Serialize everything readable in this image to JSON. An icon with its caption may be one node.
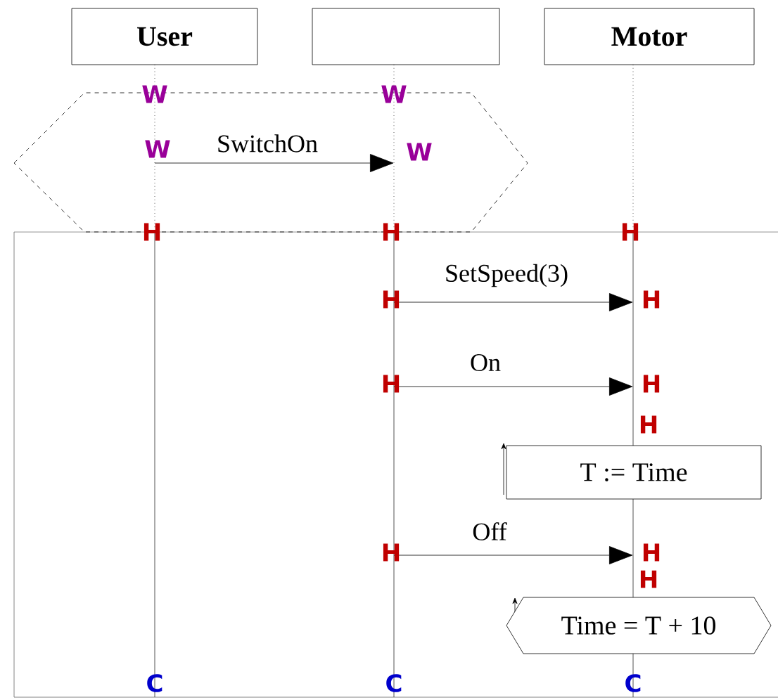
{
  "diagram": {
    "nodes": [
      {
        "text": [
          "User"
        ]
      },
      {
        "text": [],
        "shape": "box"
      },
      {
        "text": [
          "Motor"
        ]
      },
      {
        "text": [
          "T := Time"
        ]
      },
      {
        "text": [
          "Time = T + 10"
        ]
      }
    ],
    "edges": [
      {
        "from": 0,
        "to": 1,
        "arrow": "to",
        "label": "SwitchOn"
      },
      {
        "from": 1,
        "to": 2,
        "arrow": "to",
        "label": "SetSpeed(3)"
      },
      {
        "from": 1,
        "to": 2,
        "arrow": "to",
        "label": "On"
      },
      {
        "from": 1,
        "to": 2,
        "arrow": "to",
        "label": "Off"
      }
    ],
    "labels": [
      "W",
      "W",
      "W",
      "W",
      "H",
      "H",
      "H",
      "H",
      "H",
      "H",
      "H",
      "H",
      "H",
      "H",
      "H",
      "C",
      "C",
      "C"
    ]
  }
}
